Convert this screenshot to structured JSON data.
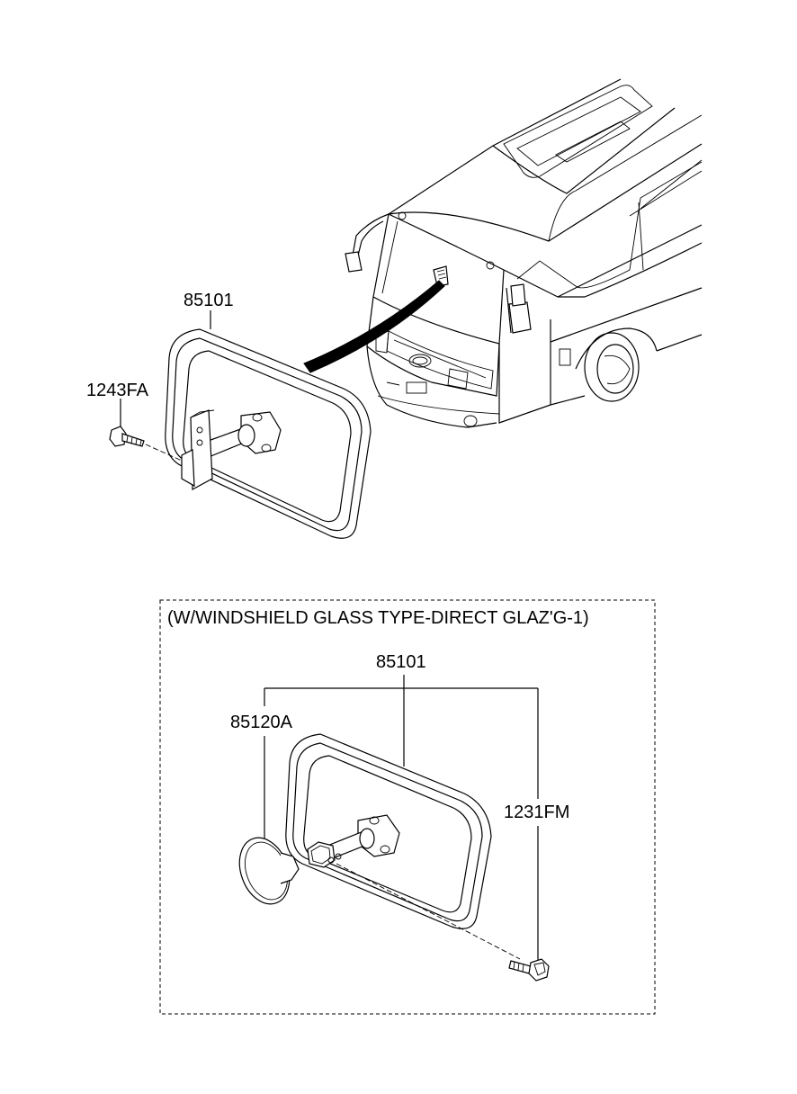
{
  "upper": {
    "mirror_part_no": "85101",
    "screw_part_no": "1243FA"
  },
  "lower": {
    "condition_note": "(W/WINDSHIELD GLASS TYPE-DIRECT GLAZ'G-1)",
    "mirror_part_no": "85101",
    "pad_part_no": "85120A",
    "screw_part_no": "1231FM"
  }
}
